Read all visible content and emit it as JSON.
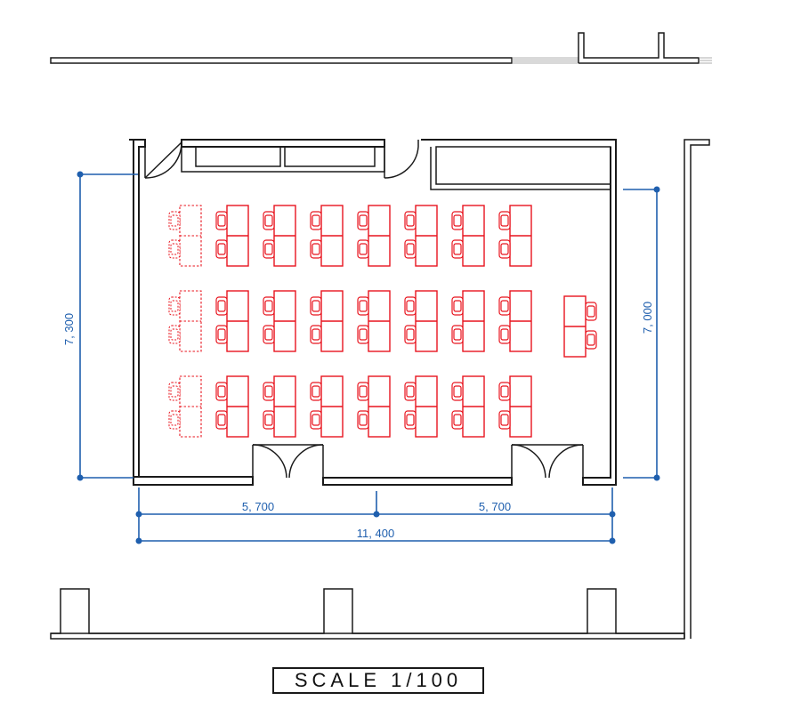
{
  "dimensions": {
    "left_height": "7, 300",
    "right_height": "7, 000",
    "bottom_left_width": "5, 700",
    "bottom_right_width": "5, 700",
    "bottom_total_width": "11, 400"
  },
  "scale_label": "SCALE  1/100",
  "layout": {
    "seat_rows": 3,
    "desk_columns_per_row": 7,
    "dashed_desks_per_row": 1,
    "extra_desks": 1
  },
  "colors": {
    "walls": "#1a1a1a",
    "dimensions": "#1f5fae",
    "furniture": "#e8141e"
  }
}
